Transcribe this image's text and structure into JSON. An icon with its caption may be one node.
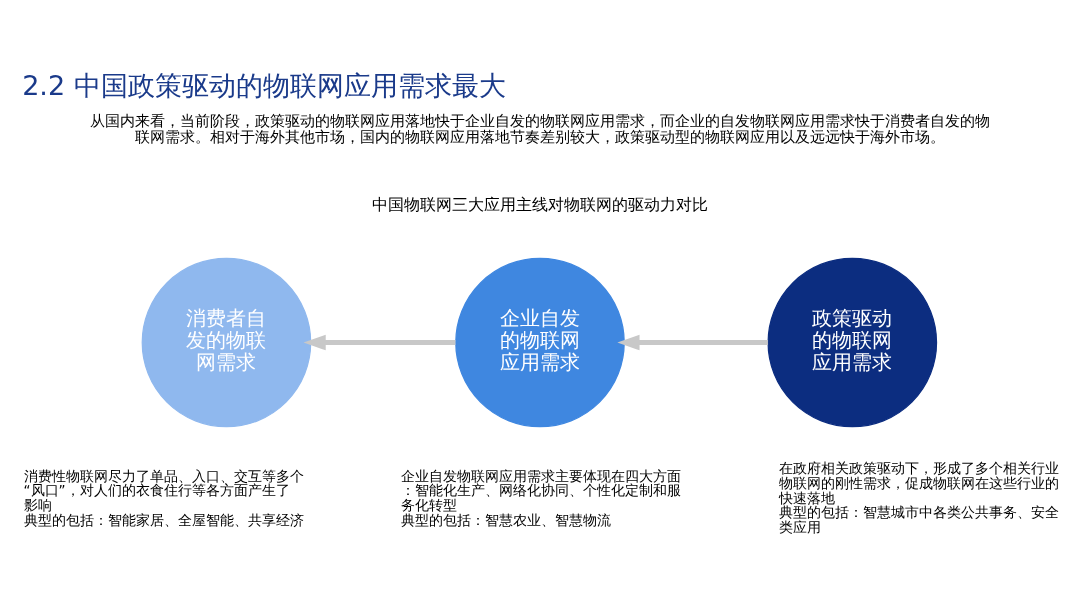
{
  "diagram": {
    "title": "2.2 中国政策驱动的物联网应用需求最大",
    "nodes": [
      {
        "text": [
          "消费者自发的物联网需求"
        ],
        "beside": [
          "消费性物联网尽力了单品、入口、交互等多个“风口”，对人们的衣食住行等各方面产生了影响",
          "典型的包括：智能家居、全屋智能、共享经济"
        ]
      },
      {
        "text": [
          "企业自发的物联网应用需求"
        ],
        "beside": [
          "企业自发物联网应用需求主要体现在四大方面：智能化生产、网络化协同、个性化定制和服务化转型",
          "典型的包括：智慧农业、智慧物流"
        ]
      },
      {
        "text": [
          "政策驱动的物联网应用需求"
        ],
        "beside": [
          "在政府相关政策驱动下，形成了多个相关行业物联网的刚性需求，促成物联网在这些行业的快速落地",
          "典型的包括：智慧城市中各类公共事务、安全类应用"
        ]
      }
    ],
    "edges": [
      {
        "from": 1,
        "to": 0,
        "arrow": "to"
      },
      {
        "from": 2,
        "to": 1,
        "arrow": "to"
      }
    ],
    "labels": [
      "从国内来看，当前阶段，政策驱动的物联网应用落地快于企业自发的物联网应用需求，而企业的自发物联网应用需求快于消费者自发的物联网需求。相对于海外其他市场，国内的物联网应用落地节奏差别较大，政策驱动型的物联网应用以及远远快于海外市场。",
      "中国物联网三大应用主线对物联网的驱动力对比"
    ]
  }
}
